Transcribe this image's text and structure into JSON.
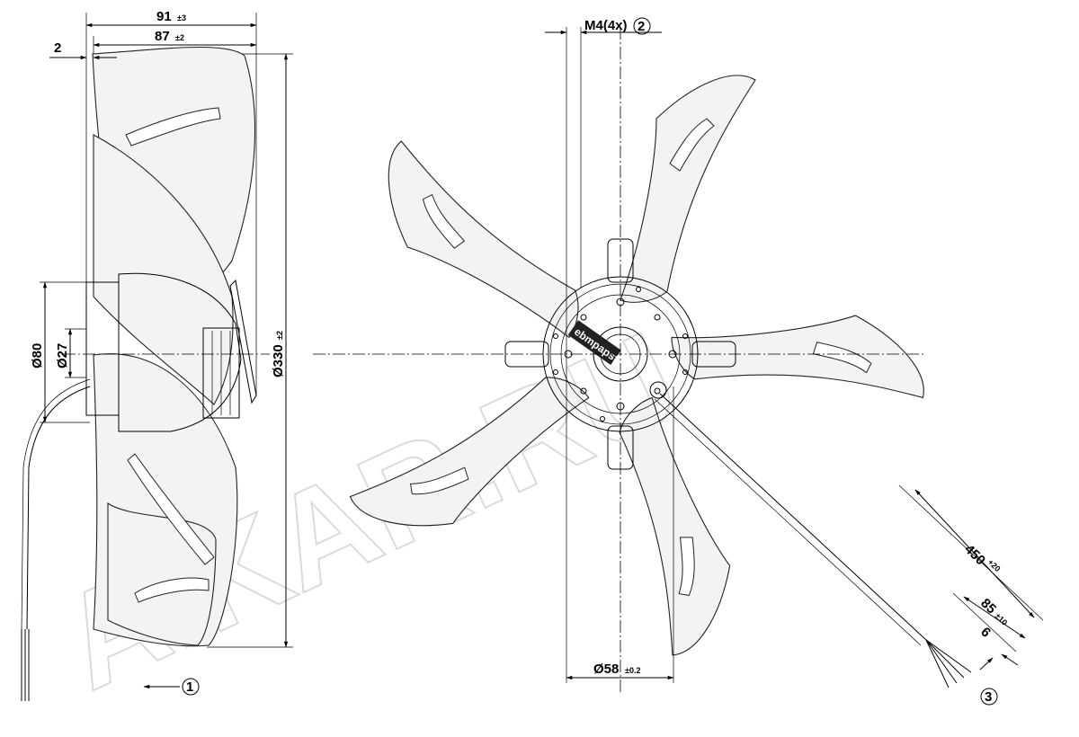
{
  "dimensions": {
    "d91": "91",
    "d91_tol": "±3",
    "d87": "87",
    "d87_tol": "±2",
    "d2": "2",
    "d80": "Ø80",
    "d27": "Ø27",
    "d330": "Ø330",
    "d330_tol": "±2",
    "m4": "M4(4x)",
    "d58": "Ø58",
    "d58_tol": "±0.2",
    "d450": "450",
    "d450_tol": "+20",
    "d85": "85",
    "d85_tol": "±10",
    "d6": "6"
  },
  "callouts": {
    "c1": "1",
    "c2": "2",
    "c3": "3"
  },
  "label": "ebmpapst",
  "watermark": "AIKAR.RU"
}
